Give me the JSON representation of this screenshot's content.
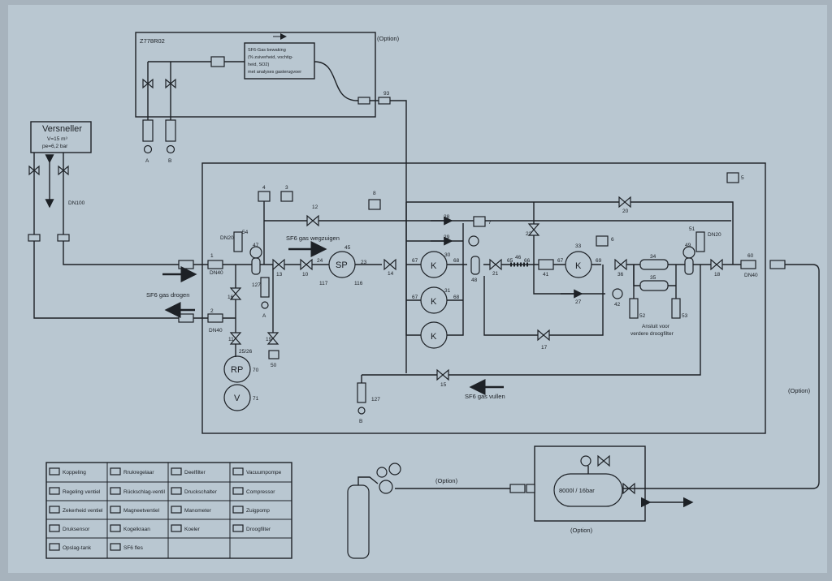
{
  "colors": {
    "panel": "#b9c7d1",
    "frame": "#a7b3bd",
    "ink": "#1d2126"
  },
  "top_box": {
    "title": "Z778R02",
    "option": "(Option)",
    "monitor_lines": [
      "SF6-Gas bewaking",
      "(% zuiverheid, vochtig-",
      "heid, SO2)",
      "met analyses gasterugvoer"
    ],
    "outputs": [
      "A",
      "B"
    ],
    "tag": "93"
  },
  "accumulator": {
    "title": "Versneller",
    "line1": "V=15 m³",
    "line2": "pe=6,2 bar",
    "pipe": "DN100"
  },
  "main": {
    "labels": {
      "n1": "1",
      "n2": "2",
      "dn40a": "DN40",
      "dn40b": "DN40",
      "dn40c": "DN40",
      "dn20a": "DN20",
      "dn20b": "DN20",
      "n4": "4",
      "n3": "3",
      "n8": "8",
      "n5": "5",
      "n12": "12",
      "n20": "20",
      "n28": "28",
      "n29": "29",
      "n7": "7",
      "n22": "22",
      "n33": "33",
      "n6": "6",
      "n51": "51",
      "n54": "54",
      "n47": "47",
      "n13": "13",
      "n10": "10",
      "n24": "24",
      "n45": "45",
      "n23": "23",
      "n14": "14",
      "n117": "117",
      "n116": "116",
      "n67a": "67",
      "n68a": "68",
      "n30": "30",
      "n67b": "67",
      "n68b": "68",
      "n31": "31",
      "n48": "48",
      "n21": "21",
      "n65": "65",
      "n46": "46",
      "n66": "66",
      "n41": "41",
      "n67c": "67",
      "n69": "69",
      "n36": "36",
      "n34": "34",
      "n35": "35",
      "n49": "49",
      "n18": "18",
      "n60": "60",
      "n27": "27",
      "n42": "42",
      "n52": "52",
      "n53": "53",
      "n127a": "127",
      "n127b": "127",
      "nA": "A",
      "nB": "B",
      "n16": "16",
      "n2526": "25/26",
      "n70": "70",
      "n71": "71",
      "n19": "19",
      "n50": "50",
      "n11": "11",
      "n17": "17",
      "n15": "15"
    },
    "text": {
      "sp": "SP",
      "k": "K",
      "rp": "RP",
      "v": "V",
      "sf6_extract": "SF6 gas wegzuigen",
      "sf6_dry": "SF6 gas drogen",
      "sf6_fill": "SF6 gas vullen",
      "connect1": "Ansluit voor",
      "connect2": "verdere droogfilter"
    }
  },
  "option_right": "(Option)",
  "option_pipe": "(Option)",
  "storage": {
    "label": "8000l / 16bar",
    "option": "(Option)"
  },
  "legend": [
    {
      "icon": "coupling",
      "label": "Koppeling"
    },
    {
      "icon": "pressure-regulator",
      "label": "Rrukregelaar"
    },
    {
      "icon": "particle-filter",
      "label": "Deelfilter"
    },
    {
      "icon": "vacuum-pump",
      "label": "Vacuumpompe"
    },
    {
      "icon": "control-valve",
      "label": "Regeling ventiel"
    },
    {
      "icon": "check-valve",
      "label": "Rückschlag-ventil"
    },
    {
      "icon": "pressure-switch",
      "label": "Druckschalter"
    },
    {
      "icon": "compressor",
      "label": "Compressor"
    },
    {
      "icon": "safety-valve",
      "label": "Zekerheid ventiel"
    },
    {
      "icon": "solenoid-valve",
      "label": "Magneetventiel"
    },
    {
      "icon": "manometer",
      "label": "Manometer"
    },
    {
      "icon": "suction-pump",
      "label": "Zuigpomp"
    },
    {
      "icon": "pressure-sensor",
      "label": "Druksensor"
    },
    {
      "icon": "ball-valve",
      "label": "Kogelkraan"
    },
    {
      "icon": "cooler",
      "label": "Koeler"
    },
    {
      "icon": "dry-filter",
      "label": "Droogfilter"
    },
    {
      "icon": "storage-tank",
      "label": "Opslag-tank"
    },
    {
      "icon": "sf6-bottle",
      "label": "SF6 fles"
    }
  ]
}
